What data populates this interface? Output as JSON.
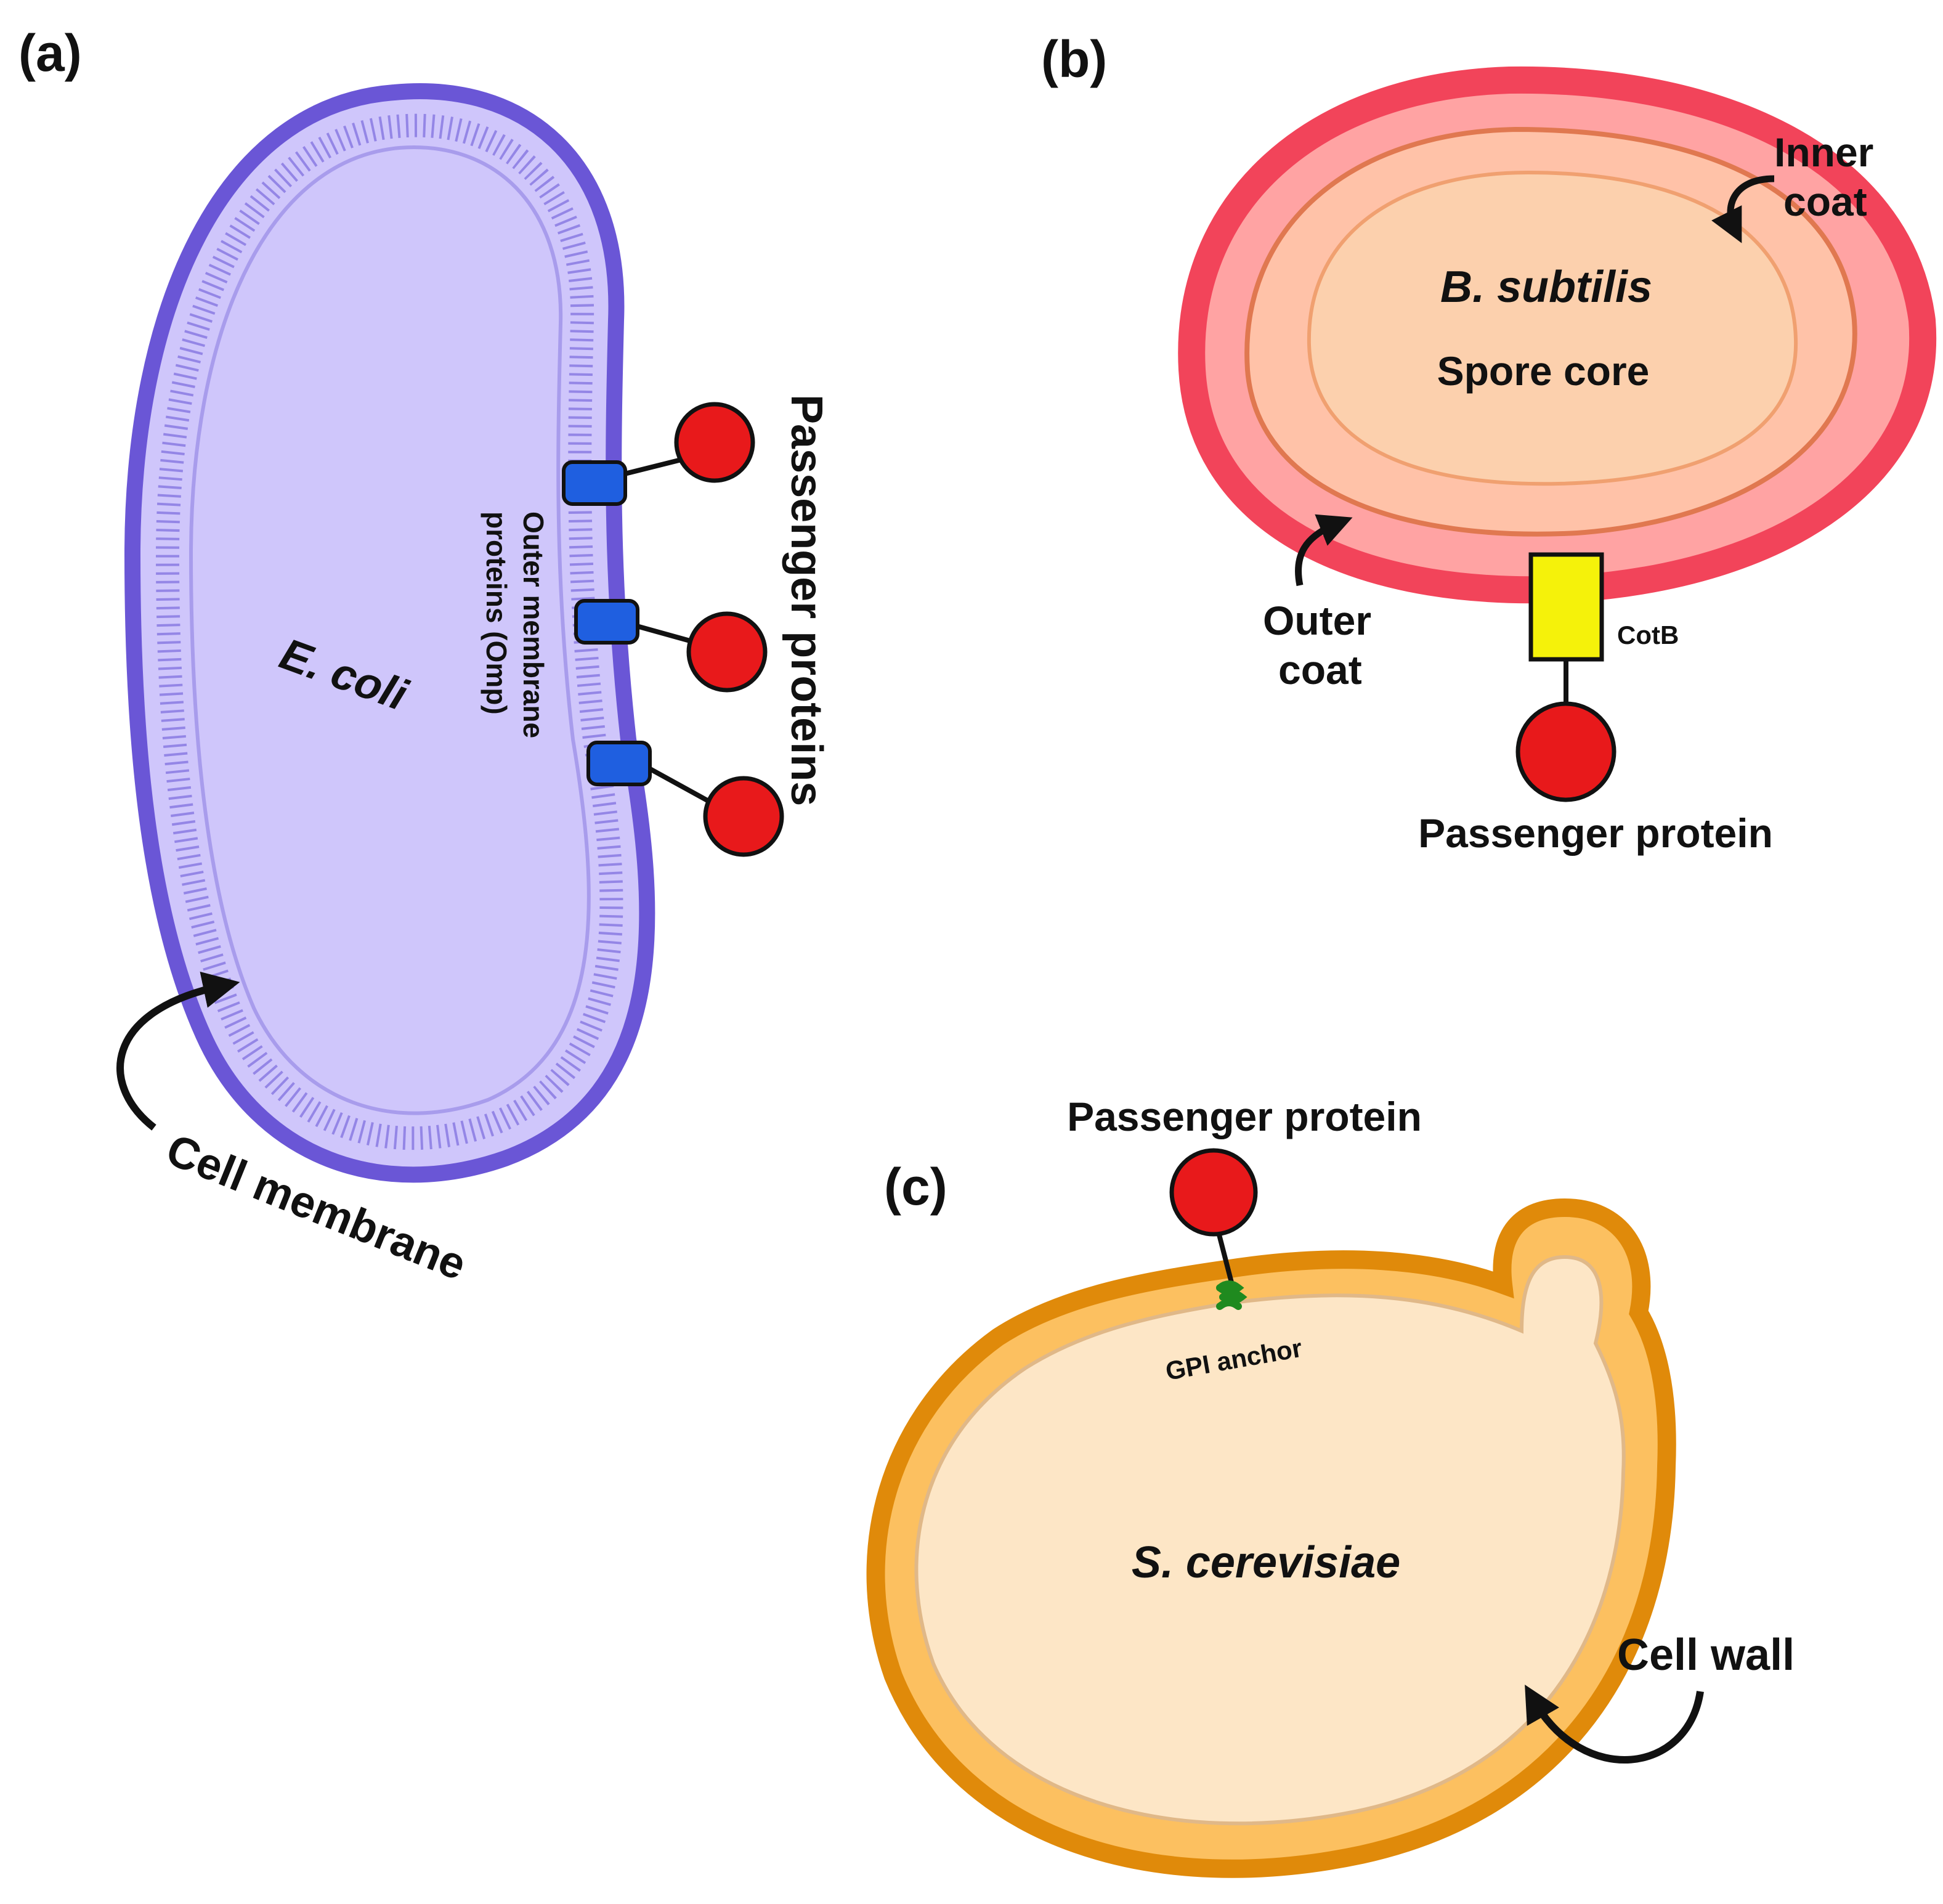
{
  "panels": {
    "a": {
      "label": "(a)",
      "organism": "E. coli",
      "membrane_label": "Cell membrane",
      "omp_label_line1": "Outer membrane",
      "omp_label_line2": "proteins (Omp)",
      "passenger_label": "Passenger proteins"
    },
    "b": {
      "label": "(b)",
      "organism": "B. subtilis",
      "core_label": "Spore core",
      "inner_coat_line1": "Inner",
      "inner_coat_line2": "coat",
      "outer_coat_line1": "Outer",
      "outer_coat_line2": "coat",
      "anchor_label": "CotB",
      "passenger_label": "Passenger protein"
    },
    "c": {
      "label": "(c)",
      "organism": "S. cerevisiae",
      "wall_label": "Cell wall",
      "anchor_label": "GPI anchor",
      "passenger_label": "Passenger protein"
    }
  },
  "colors": {
    "ecoli_membrane": "#6a56d6",
    "ecoli_fill": "#cfc6fb",
    "omp_blue": "#1f5fe0",
    "passenger_red": "#e8191b",
    "spore_outer": "#f2445a",
    "spore_inner_coat": "#ffa3a3",
    "spore_core": "#fcd0ad",
    "cotb_yellow": "#f5f20a",
    "yeast_wall": "#e08a0a",
    "yeast_fill": "#fde6c6",
    "gpi_green": "#1f8a1f"
  }
}
